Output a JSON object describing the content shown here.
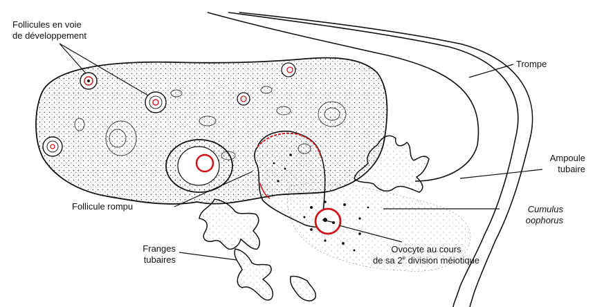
{
  "labels": {
    "follicules_line1": "Follicules en voie",
    "follicules_line2": "de développement",
    "trompe": "Trompe",
    "ampoule_line1": "Ampoule",
    "ampoule_line2": "tubaire",
    "follicule_rompu": "Follicule rompu",
    "cumulus_line1": "Cumulus",
    "cumulus_line2": "oophorus",
    "franges_line1": "Franges",
    "franges_line2": "tubaires",
    "ovocyte_line1": "Ovocyte au cours",
    "ovocyte_line2_pre": "de sa 2",
    "ovocyte_line2_sup": "e",
    "ovocyte_line2_post": " division méiotique"
  },
  "colors": {
    "ink": "#111111",
    "highlight_red": "#d0121b",
    "background": "#ffffff"
  }
}
